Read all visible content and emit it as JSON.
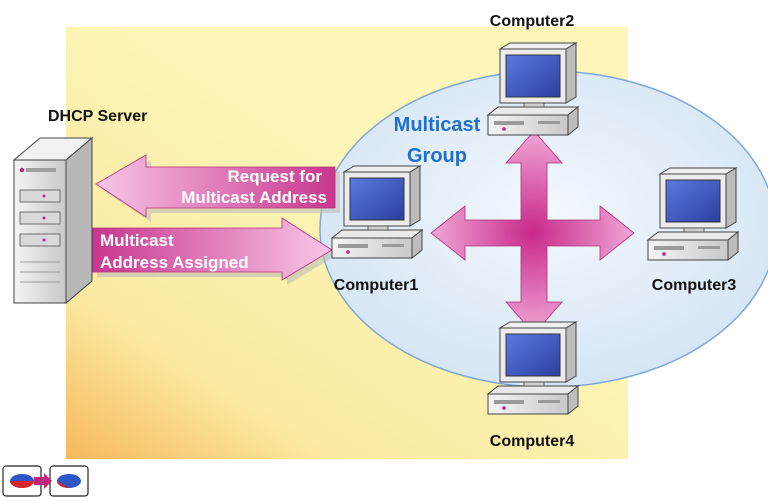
{
  "colors": {
    "panel_fill": "#fcf6b8",
    "panel_corner": "#f7b85c",
    "group_fill": "#dbe9f6",
    "group_stroke": "#7fa8d8",
    "arrow_pink": "#d0439c",
    "arrow_light": "#f7b6e0",
    "group_label": "#1f6fd0",
    "screen_blue": "#3e58c0"
  },
  "server": {
    "label": "DHCP Server",
    "icon": "server-tower-icon"
  },
  "group": {
    "line1": "Multicast",
    "line2": "Group"
  },
  "arrows": {
    "request": {
      "line1": "Request for",
      "line2": "Multicast Address"
    },
    "assigned": {
      "line1": "Multicast",
      "line2": "Address Assigned"
    }
  },
  "computers": [
    {
      "id": "computer1",
      "label": "Computer1",
      "icon": "desktop-computer-icon"
    },
    {
      "id": "computer2",
      "label": "Computer2",
      "icon": "desktop-computer-icon"
    },
    {
      "id": "computer3",
      "label": "Computer3",
      "icon": "desktop-computer-icon"
    },
    {
      "id": "computer4",
      "label": "Computer4",
      "icon": "desktop-computer-icon"
    }
  ],
  "corner_logo": {
    "icon": "transfer-logo-icon"
  }
}
